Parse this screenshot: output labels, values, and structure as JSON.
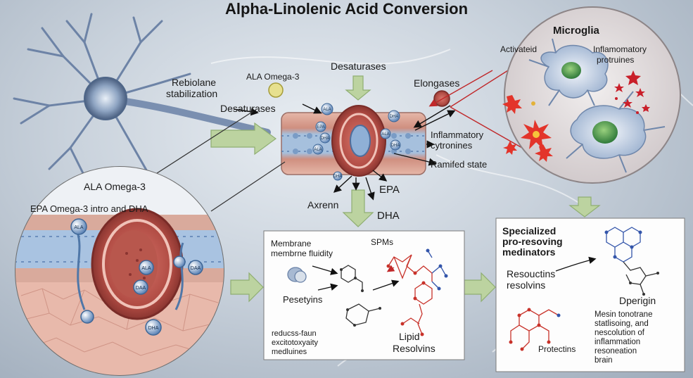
{
  "title": "Alpha-Linolenic Acid Conversion",
  "top_labels": {
    "rebiolane_1": "Rebiolane",
    "rebiolane_2": "stabilization",
    "ala_omega3": "ALA Omega-3",
    "desaturases_left": "Desaturases",
    "desaturases_top": "Desaturases",
    "elongases": "Elongases",
    "inflammatory_cytokines_1": "Inflammatory",
    "inflammatory_cytokines_2": "cytronines",
    "ramified_state": "Ramifed state",
    "epa": "EPA",
    "dha": "DHA",
    "axrenn": "Axrenn"
  },
  "membrane_tags": [
    "ALA",
    "EPA",
    "DHA",
    "ALA",
    "DHA",
    "ALA",
    "DHA",
    "DHA"
  ],
  "microglia": {
    "title": "Microglia",
    "activated": "Activateid",
    "inflammatory_1": "Inflamomatory",
    "inflammatory_2": "protruines"
  },
  "zoom": {
    "heading": "ALA Omega-3",
    "subheading": "EPA Omega-3 intro and DHA",
    "tags": [
      "ALA",
      "ALA",
      "DAA",
      "DAA",
      "DHA"
    ]
  },
  "middle_box": {
    "membrane_1": "Membrane",
    "membrane_2": "membrne fluidity",
    "spms": "SPMs",
    "pesetyins": "Pesetyins",
    "reduces_1": "reducss-faun",
    "reduces_2": "excitotoxyaity",
    "reduces_3": "medluines",
    "lipid_1": "Lipid",
    "lipid_2": "Resolvins"
  },
  "right_box": {
    "heading_1": "Specialized",
    "heading_2": "pro-resoving",
    "heading_3": "medinators",
    "resolvins_1": "Resouctins",
    "resolvins_2": "resolvins",
    "dperigin": "Dperigin",
    "protectins": "Protectins",
    "mesin_1": "Mesin tonotrane",
    "mesin_2": "statlisoing, and",
    "mesin_3": "nescolution of",
    "mesin_4": "inflammation",
    "mesin_5": "resoneation",
    "mesin_6": "brain"
  },
  "colors": {
    "arrow_green": "#bcd3a0",
    "membrane_blue": "#9fbad8",
    "tissue_pink": "#e3a89a",
    "microglia_blue": "#b7c9df",
    "nucleus_green": "#5ea35a",
    "bond_red": "#c8322a",
    "bond_blue": "#3355aa"
  }
}
